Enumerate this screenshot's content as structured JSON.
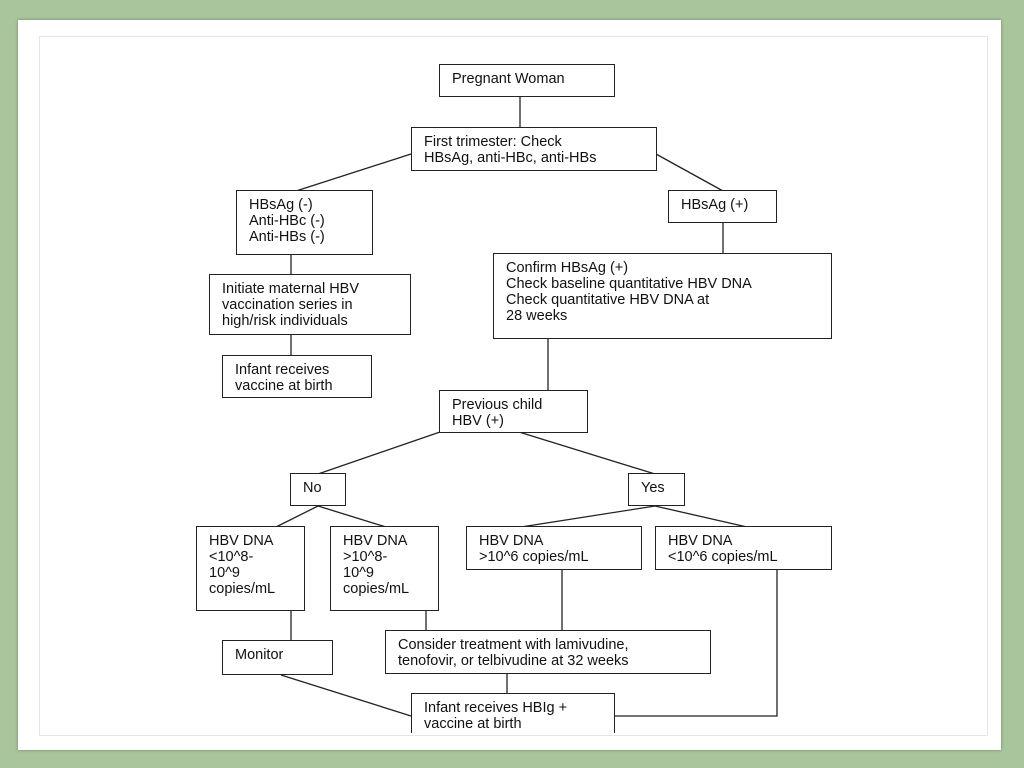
{
  "flowchart": {
    "nodes": {
      "pregnant_woman": "Pregnant Woman",
      "first_trimester": "First trimester: Check\nHBsAg, anti-HBc, anti-HBs",
      "hbsag_negative": "HBsAg (-)\nAnti-HBc (-)\nAnti-HBs (-)",
      "hbsag_positive": "HBsAg (+)",
      "initiate_vaccination": "Initiate maternal HBV\nvaccination series in\nhigh/risk individuals",
      "confirm_hbsag": "Confirm HBsAg (+)\nCheck baseline quantitative HBV DNA\nCheck quantitative HBV DNA at\n28 weeks",
      "infant_vaccine": "Infant receives\nvaccine at birth",
      "previous_child": "Previous child\nHBV (+)",
      "no": "No",
      "yes": "Yes",
      "dna_low_no": "HBV DNA\n<10^8-\n10^9\ncopies/mL",
      "dna_high_no": "HBV DNA\n>10^8-\n10^9\ncopies/mL",
      "dna_high_yes": "HBV DNA\n>10^6 copies/mL",
      "dna_low_yes": "HBV DNA\n<10^6 copies/mL",
      "monitor": "Monitor",
      "consider_treatment": "Consider treatment with lamivudine,\ntenofovir, or telbivudine at 32 weeks",
      "infant_hbig": "Infant receives HBIg +\nvaccine at birth"
    }
  }
}
